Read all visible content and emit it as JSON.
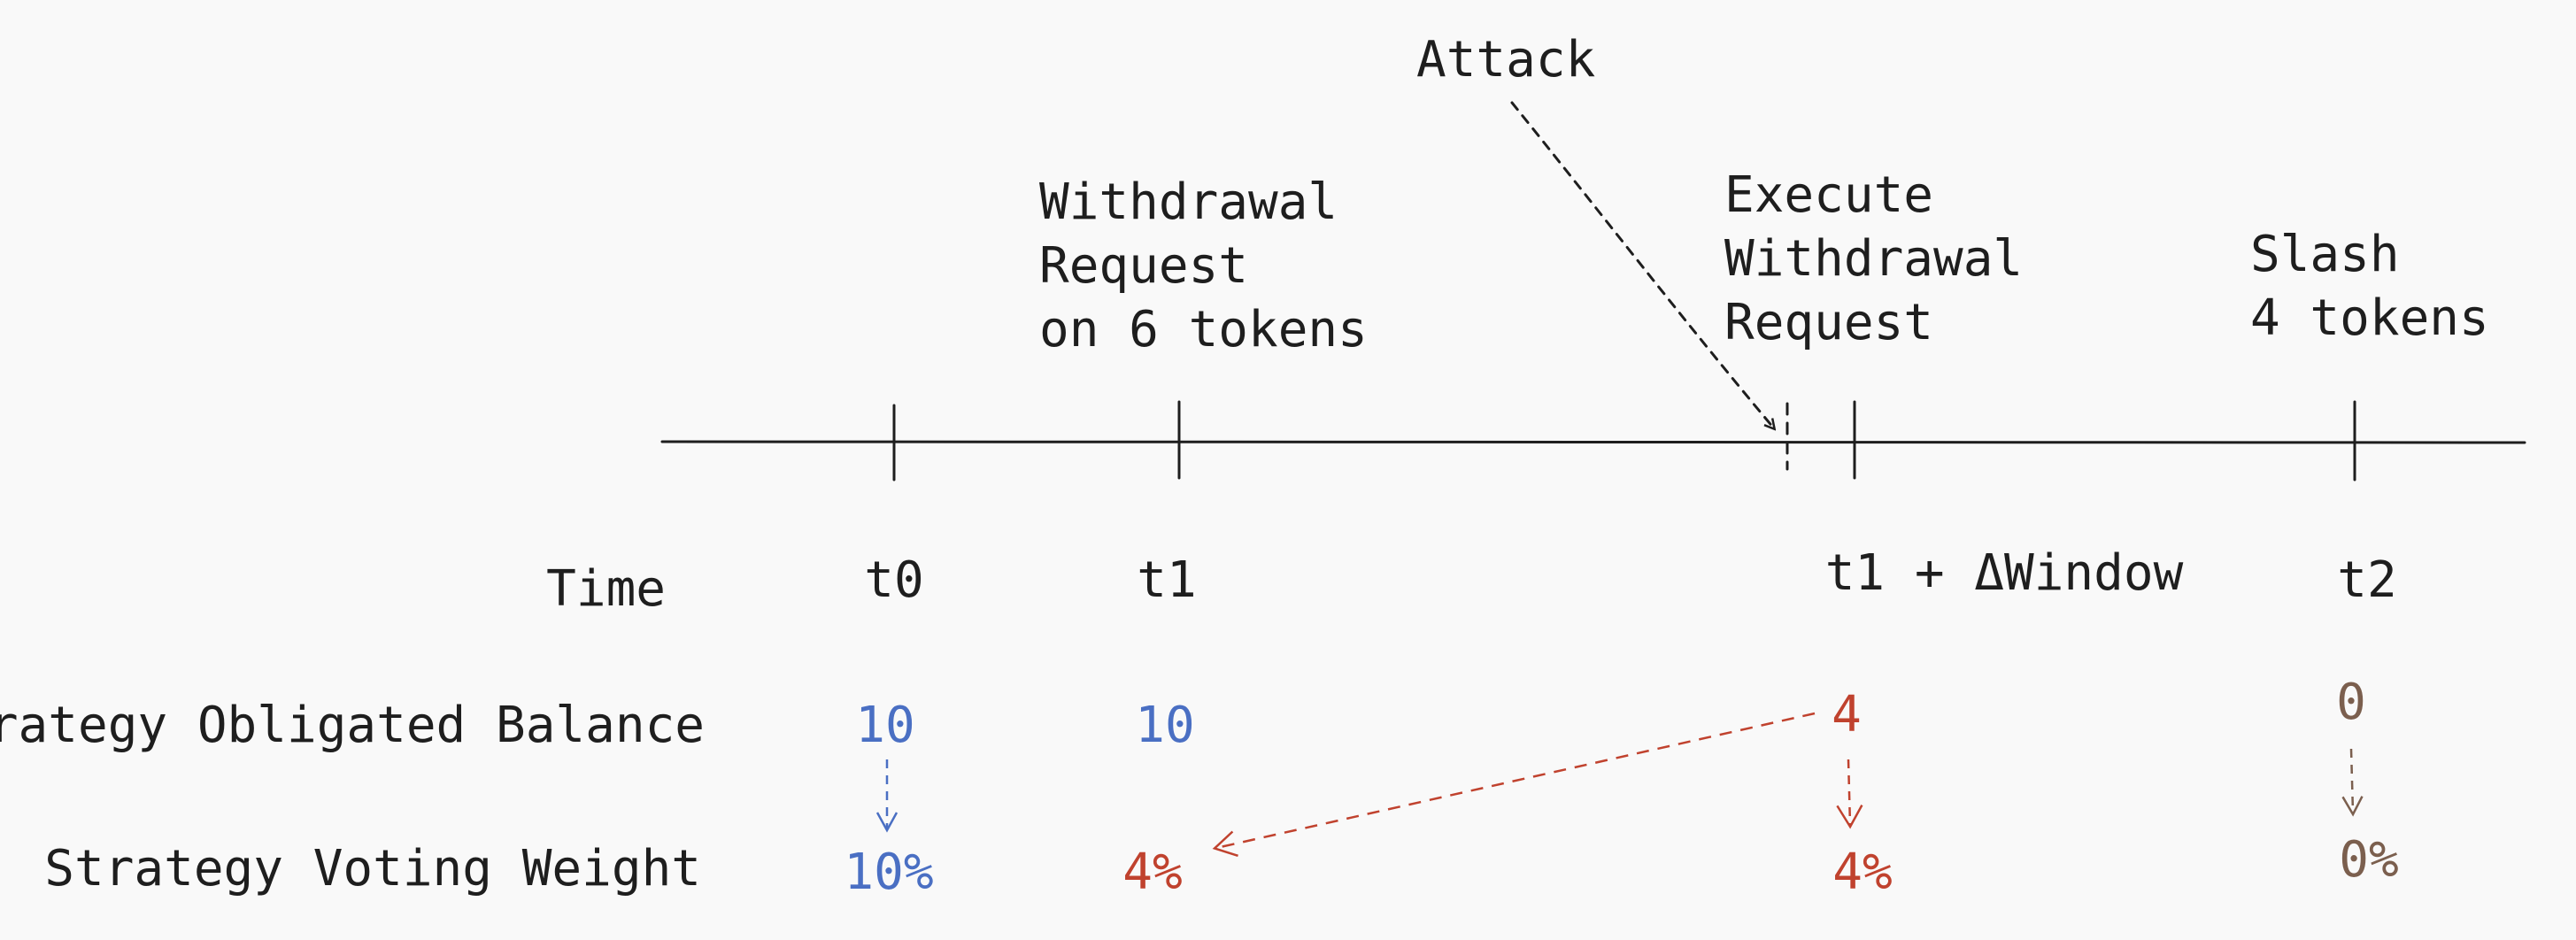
{
  "events": {
    "attack": "Attack",
    "withdrawal_request": [
      "Withdrawal",
      "Request",
      "on 6 tokens"
    ],
    "execute_withdrawal": [
      "Execute",
      "Withdrawal",
      "Request"
    ],
    "slash": [
      "Slash",
      "4 tokens"
    ]
  },
  "rows": {
    "time_label": "Time",
    "balance_label": "Strategy Obligated Balance",
    "weight_label": "Strategy Voting Weight"
  },
  "ticks": [
    "t0",
    "t1",
    "t1 + ΔWindow",
    "t2"
  ],
  "balances": [
    "10",
    "10",
    "4",
    "0"
  ],
  "weights": [
    "10%",
    "4%",
    "4%",
    "0%"
  ],
  "colors": {
    "ink": "#1e1e1e",
    "blue": "#4a6fc3",
    "red": "#c0422e",
    "brown": "#7b5f4e",
    "background": "#f9f9f9"
  }
}
